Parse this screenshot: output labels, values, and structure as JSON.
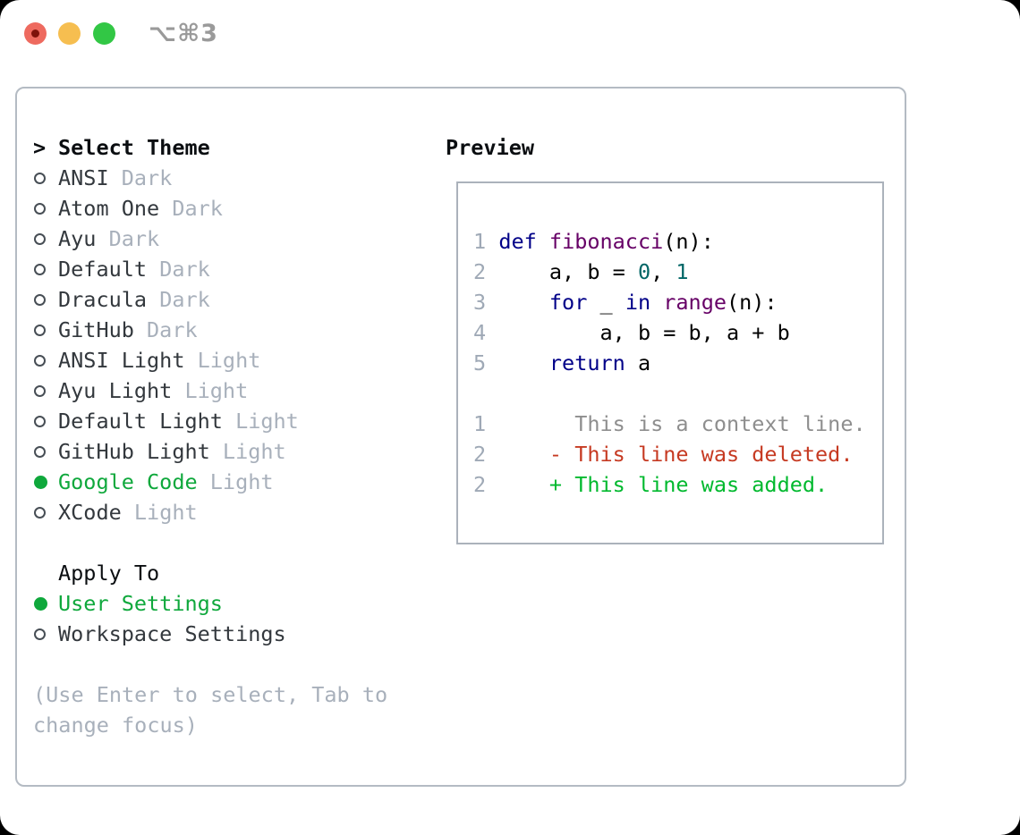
{
  "window": {
    "title": "⌥⌘3",
    "traffic_lights": [
      "close",
      "minimize",
      "zoom"
    ]
  },
  "theme_panel": {
    "heading": "Select Theme",
    "heading_marker": ">",
    "items": [
      {
        "name": "ANSI",
        "variant": "Dark",
        "selected": false
      },
      {
        "name": "Atom One",
        "variant": "Dark",
        "selected": false
      },
      {
        "name": "Ayu",
        "variant": "Dark",
        "selected": false
      },
      {
        "name": "Default",
        "variant": "Dark",
        "selected": false
      },
      {
        "name": "Dracula",
        "variant": "Dark",
        "selected": false
      },
      {
        "name": "GitHub",
        "variant": "Dark",
        "selected": false
      },
      {
        "name": "ANSI Light",
        "variant": "Light",
        "selected": false
      },
      {
        "name": "Ayu Light",
        "variant": "Light",
        "selected": false
      },
      {
        "name": "Default Light",
        "variant": "Light",
        "selected": false
      },
      {
        "name": "GitHub Light",
        "variant": "Light",
        "selected": false
      },
      {
        "name": "Google Code",
        "variant": "Light",
        "selected": true
      },
      {
        "name": "XCode",
        "variant": "Light",
        "selected": false
      }
    ],
    "apply_heading": "Apply To",
    "apply_options": [
      {
        "label": "User Settings",
        "selected": true
      },
      {
        "label": "Workspace Settings",
        "selected": false
      }
    ],
    "footer_line1": "(Use Enter to select, Tab to",
    "footer_line2": "change focus)"
  },
  "preview": {
    "heading": "Preview",
    "lines": [
      {
        "num": "1",
        "tokens": [
          {
            "t": "def",
            "c": "kw"
          },
          {
            "t": " ",
            "c": "pl"
          },
          {
            "t": "fibonacci",
            "c": "fn"
          },
          {
            "t": "(n):",
            "c": "pl"
          }
        ]
      },
      {
        "num": "2",
        "tokens": [
          {
            "t": "    a, b = ",
            "c": "pl"
          },
          {
            "t": "0",
            "c": "num"
          },
          {
            "t": ", ",
            "c": "pl"
          },
          {
            "t": "1",
            "c": "num"
          }
        ]
      },
      {
        "num": "3",
        "tokens": [
          {
            "t": "    ",
            "c": "pl"
          },
          {
            "t": "for",
            "c": "kw"
          },
          {
            "t": " _ ",
            "c": "pl"
          },
          {
            "t": "in",
            "c": "kw"
          },
          {
            "t": " ",
            "c": "pl"
          },
          {
            "t": "range",
            "c": "fn"
          },
          {
            "t": "(n):",
            "c": "pl"
          }
        ]
      },
      {
        "num": "4",
        "tokens": [
          {
            "t": "        a, b = b, a + b",
            "c": "pl"
          }
        ]
      },
      {
        "num": "5",
        "tokens": [
          {
            "t": "    ",
            "c": "pl"
          },
          {
            "t": "return",
            "c": "kw"
          },
          {
            "t": " a",
            "c": "pl"
          }
        ]
      },
      {
        "num": "",
        "tokens": []
      },
      {
        "num": "1",
        "tokens": [
          {
            "t": "      This is a context line.",
            "c": "ctx"
          }
        ]
      },
      {
        "num": "2",
        "tokens": [
          {
            "t": "    - This line was deleted.",
            "c": "del"
          }
        ]
      },
      {
        "num": "2",
        "tokens": [
          {
            "t": "    + This line was added.",
            "c": "add"
          }
        ]
      }
    ]
  },
  "colors": {
    "accent_green": "#0fa83c",
    "deleted_red": "#c63a22",
    "added_green": "#00b92e",
    "keyword_blue": "#000088",
    "function_purple": "#660066",
    "number_teal": "#006666",
    "context_gray": "#8e8e8e",
    "line_number_gray": "#9fa9b6",
    "variant_gray": "#a8b0bb",
    "border_gray": "#b4bbc3",
    "traffic_red": "#ee6a5f",
    "traffic_yellow": "#f6be50",
    "traffic_green": "#32c745"
  }
}
